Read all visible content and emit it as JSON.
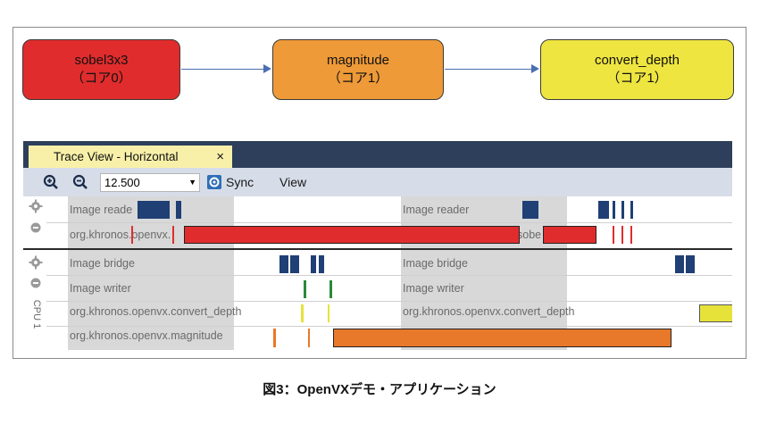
{
  "flow": {
    "nodes": [
      {
        "name": "sobel3x3",
        "core": "（コア0）",
        "color": "#e02c2c"
      },
      {
        "name": "magnitude",
        "core": "（コア1）",
        "color": "#ee9a38"
      },
      {
        "name": "convert_depth",
        "core": "（コア1）",
        "color": "#eee540"
      }
    ]
  },
  "trace_view": {
    "tab_title": "Trace View - Horizontal",
    "close_glyph": "×",
    "zoom_value": "12.500",
    "sync_label": "Sync",
    "view_label": "View",
    "group_label": "CPU 1",
    "left_labels": [
      "Image reade",
      "org.khronos.openvx.",
      "Image bridge",
      "Image writer",
      "org.khronos.openvx.convert_depth",
      "org.khronos.openvx.magnitude"
    ],
    "right_labels": [
      "Image reader",
      "sobe",
      "Image bridge",
      "Image writer",
      "org.khronos.openvx.convert_depth"
    ]
  },
  "caption": "図3：OpenVXデモ・アプリケーション",
  "colors": {
    "dark_blue": "#1f3f75",
    "red": "#e02c2c",
    "orange": "#e8782a",
    "yellow": "#e6e23a",
    "green": "#2a8a3a",
    "accent": "#2e3f5c",
    "shade": "#d8d8d8"
  }
}
